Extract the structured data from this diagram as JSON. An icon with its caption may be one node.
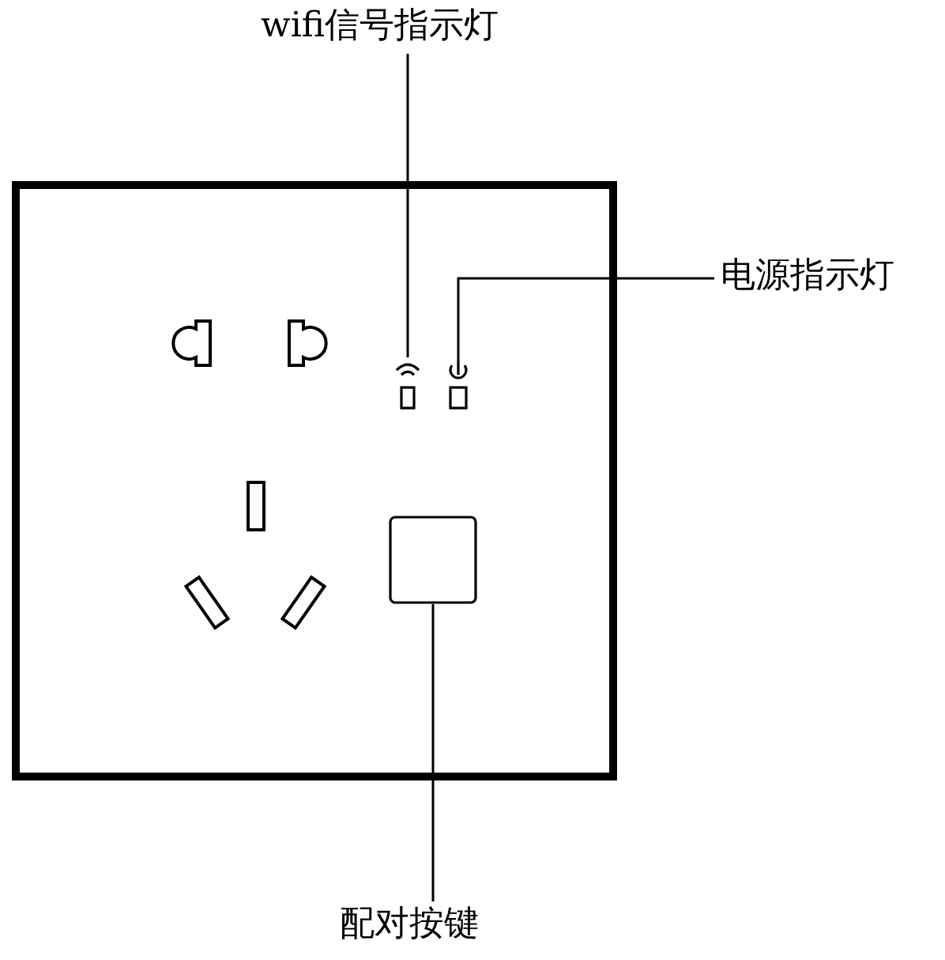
{
  "diagram": {
    "nodes": [
      {
        "text": [
          "wifi信号指示灯"
        ]
      },
      {
        "text": [
          "电源指示灯"
        ]
      },
      {
        "text": [
          "配对按键"
        ]
      },
      {
        "text": [],
        "shape": "box"
      },
      {
        "text": [],
        "shape": "box"
      },
      {
        "text": [],
        "shape": "box"
      }
    ],
    "edges": [
      {
        "from": 0,
        "to": 3,
        "arrow": "none"
      },
      {
        "from": 1,
        "to": 4,
        "arrow": "none"
      },
      {
        "from": 2,
        "to": 5,
        "arrow": "none"
      }
    ]
  }
}
